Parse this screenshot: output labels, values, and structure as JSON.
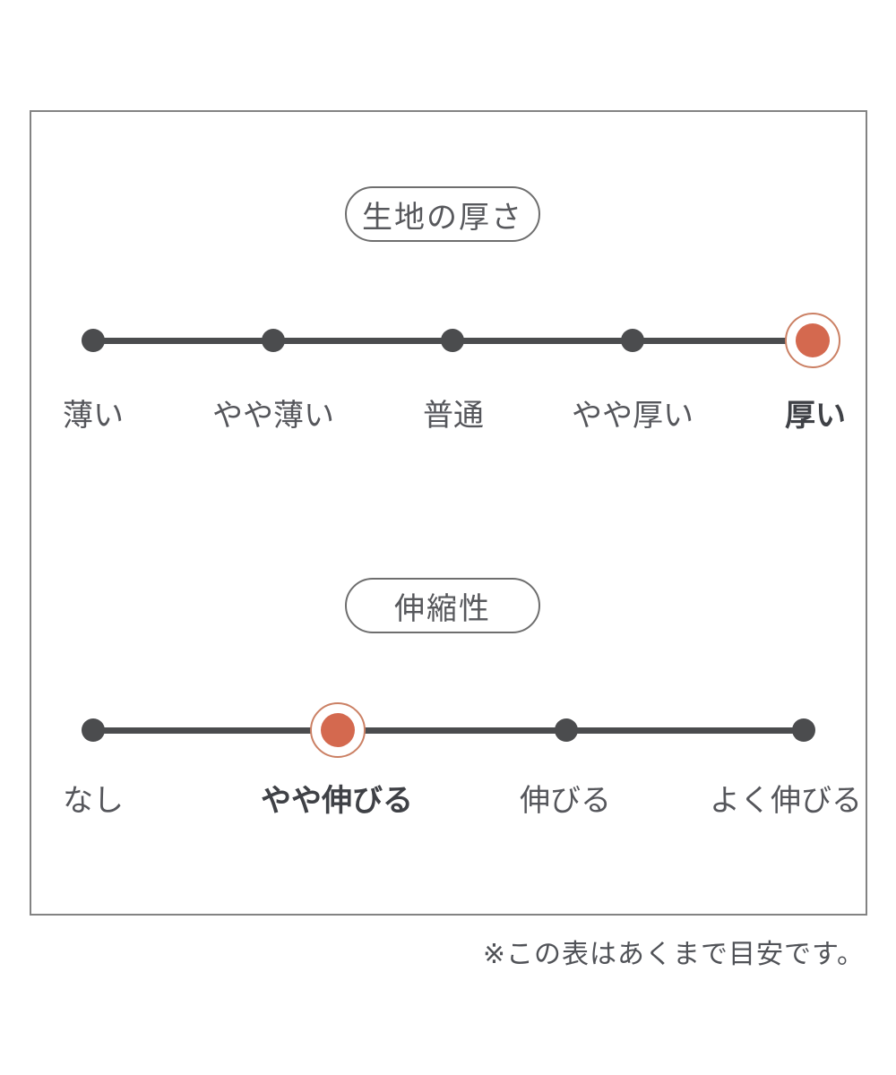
{
  "colors": {
    "accent": "#d4694f",
    "scale": "#4b4c4e",
    "label": "#55565b",
    "panel_border": "#838383"
  },
  "panel": {
    "sections": [
      {
        "title": "生地の厚さ",
        "selected_label": "厚い",
        "options": [
          {
            "label": "薄い",
            "selected": false
          },
          {
            "label": "やや薄い",
            "selected": false
          },
          {
            "label": "普通",
            "selected": false
          },
          {
            "label": "やや厚い",
            "selected": false
          },
          {
            "label": "厚い",
            "selected": true
          }
        ]
      },
      {
        "title": "伸縮性",
        "selected_label": "やや伸びる",
        "options": [
          {
            "label": "なし",
            "selected": false
          },
          {
            "label": "やや伸びる",
            "selected": true
          },
          {
            "label": "伸びる",
            "selected": false
          },
          {
            "label": "よく伸びる",
            "selected": false
          }
        ]
      }
    ]
  },
  "footnote": "※この表はあくまで目安です。"
}
